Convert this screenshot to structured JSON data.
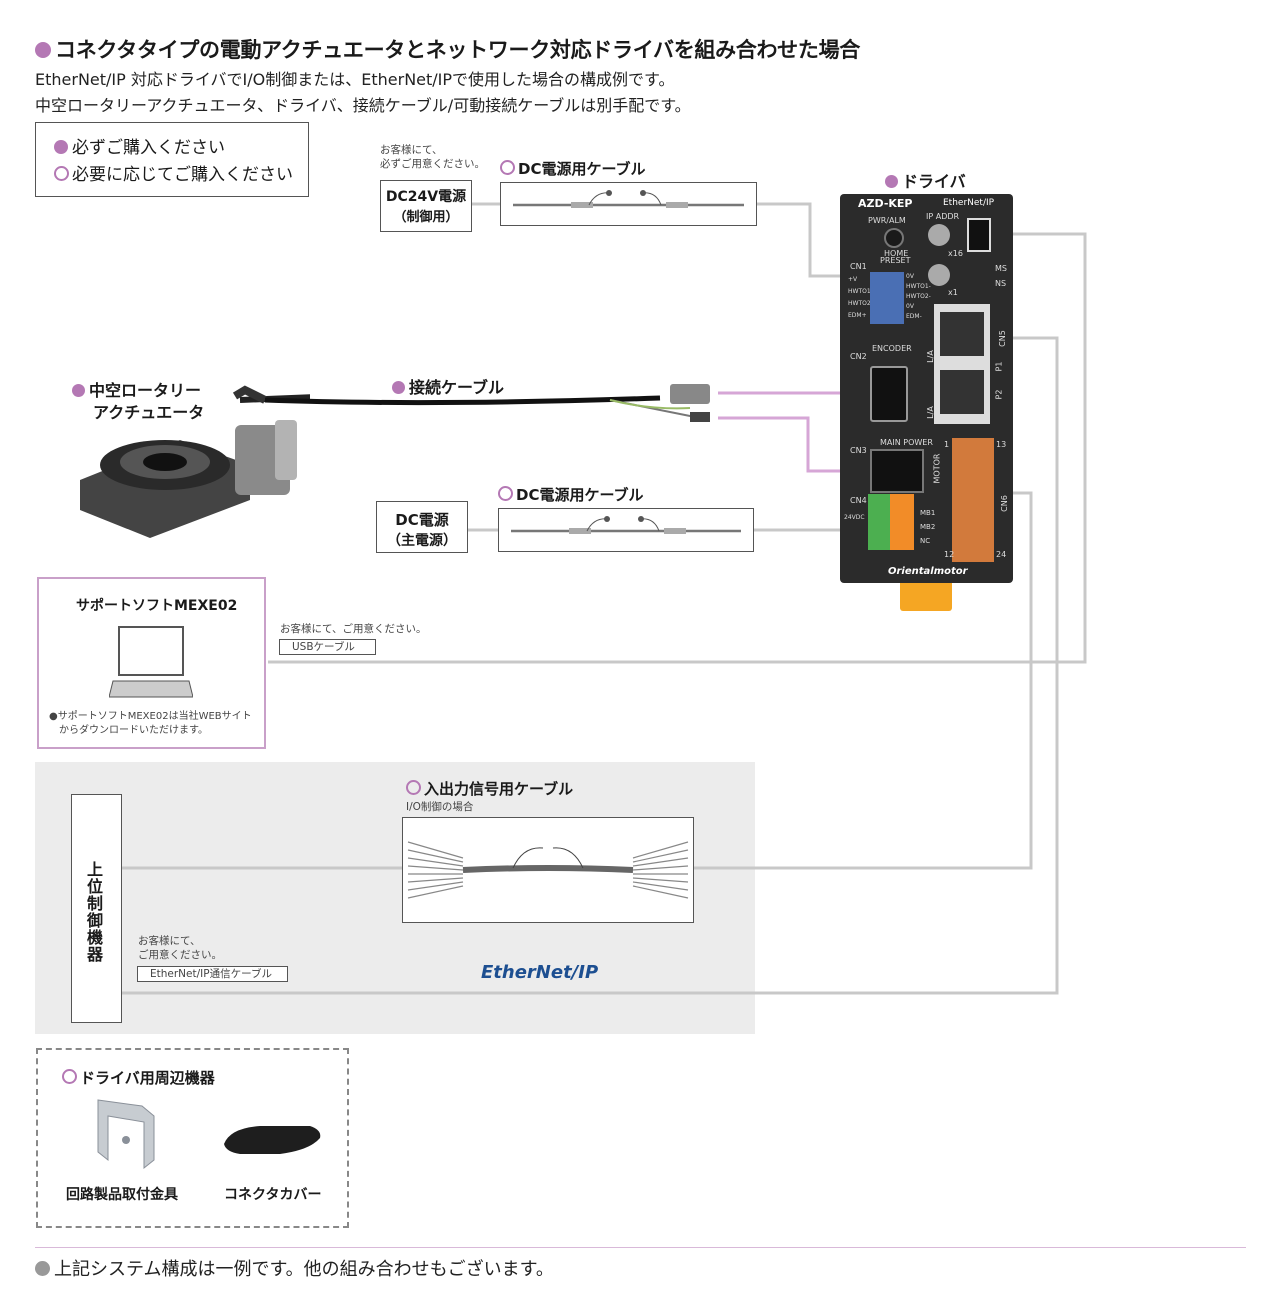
{
  "title": "コネクタタイプの電動アクチュエータとネットワーク対応ドライバを組み合わせた場合",
  "subtitle_lines": [
    "EtherNet/IP 対応ドライバでI/O制御または、EtherNet/IPで使用した場合の構成例です。",
    "中空ロータリーアクチュエータ、ドライバ、接続ケーブル/可動接続ケーブルは別手配です。"
  ],
  "legend": {
    "required": "必ずご購入ください",
    "optional": "必要に応じてご購入ください"
  },
  "power_supply_control": {
    "note": [
      "お客様にて、",
      "必ずご用意ください。"
    ],
    "label": [
      "DC24V電源",
      "（制御用）"
    ],
    "cable": "DC電源用ケーブル"
  },
  "driver": {
    "label": "ドライバ",
    "model": "AZD-KEP",
    "network": "EtherNet/IP",
    "brand": "Orientalmotor",
    "markings": {
      "pwr": "PWR/ALM",
      "ipaddr": "IP ADDR",
      "home": "HOME",
      "preset": "PRESET",
      "cn1": "CN1",
      "cn2": "CN2",
      "cn3": "CN3",
      "cn4": "CN4",
      "encoder": "ENCODER",
      "mainpower": "MAIN POWER",
      "motor": "MOTOR",
      "ms": "MS",
      "ns": "NS",
      "x16": "x16",
      "x1": "x1",
      "cn1_pins_left": [
        "+V",
        "HWTO1",
        "HWTO2",
        "EDM+"
      ],
      "cn1_pins_right": [
        "0V",
        "HWTO1-",
        "HWTO2-",
        "0V",
        "EDM-"
      ],
      "cn4_pins": [
        "MB1",
        "MB2",
        "NC"
      ],
      "voltage": "24VDC",
      "io_nums": [
        "1",
        "13",
        "12",
        "24"
      ],
      "la": [
        "L/A",
        "L/A"
      ],
      "ports": [
        "P1",
        "P2"
      ],
      "cn5": "CN5",
      "cn6": "CN6"
    }
  },
  "actuator": {
    "label": [
      "中空ロータリー",
      "アクチュエータ"
    ]
  },
  "connection_cable": "接続ケーブル",
  "power_supply_main": {
    "label": [
      "DC電源",
      "（主電源）"
    ],
    "cable": "DC電源用ケーブル"
  },
  "support_software": {
    "title": "サポートソフトMEXE02",
    "note": [
      "●サポートソフトMEXE02は当社WEBサイト",
      "からダウンロードいただけます。"
    ],
    "cable_note": "お客様にて、ご用意ください。",
    "cable": "USBケーブル"
  },
  "io_cable": {
    "label": "入出力信号用ケーブル",
    "note": "I/O制御の場合"
  },
  "host": {
    "label": "上位制御機器"
  },
  "ethernet": {
    "note": [
      "お客様にて、",
      "ご用意ください。"
    ],
    "cable": "EtherNet/IP通信ケーブル",
    "logo": "EtherNet/IP"
  },
  "peripherals": {
    "label": "ドライバ用周辺機器",
    "items": [
      "回路製品取付金具",
      "コネクタカバー"
    ]
  },
  "footer": "上記システム構成は一例です。他の組み合わせもございます。",
  "colors": {
    "accent": "#b478b4",
    "panel_border": "#c9a0c9",
    "line": "#c8c8c8",
    "driver_body": "#2b2b2b",
    "ethernet_logo": "#1d4f91"
  }
}
